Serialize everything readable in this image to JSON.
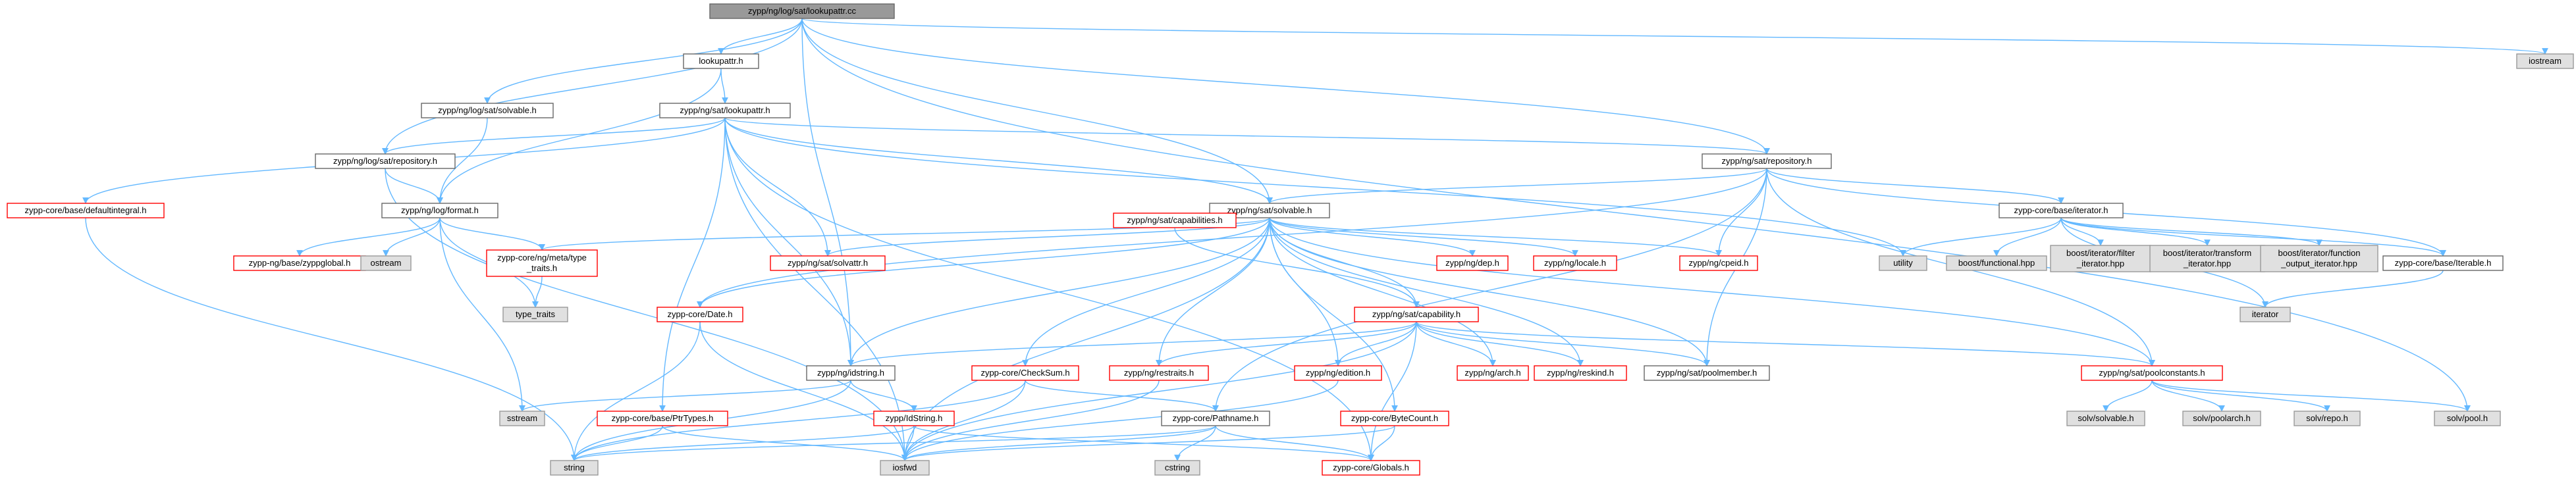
{
  "colors": {
    "edge": "#63b8ff",
    "node_fill": "#ffffff",
    "node_border_normal": "#666666",
    "node_border_incomplete": "#ff0000",
    "node_fill_external": "#e0e0e0",
    "node_border_external": "#999999",
    "node_fill_root": "#999999",
    "node_border_root": "#666666",
    "text": "#000000"
  },
  "nodes": [
    {
      "id": "root",
      "label": "zypp/ng/log/sat/lookupattr.cc",
      "kind": "root"
    },
    {
      "id": "lookupattr",
      "label": "lookupattr.h",
      "kind": "normal"
    },
    {
      "id": "iostream",
      "label": "iostream",
      "kind": "external"
    },
    {
      "id": "logsolvable",
      "label": "zypp/ng/log/sat/solvable.h",
      "kind": "normal"
    },
    {
      "id": "satlookupattr",
      "label": "zypp/ng/sat/lookupattr.h",
      "kind": "normal"
    },
    {
      "id": "logrepository",
      "label": "zypp/ng/log/sat/repository.h",
      "kind": "normal"
    },
    {
      "id": "satrepository",
      "label": "zypp/ng/sat/repository.h",
      "kind": "normal"
    },
    {
      "id": "defaultintegral",
      "label": "zypp-core/base/defaultintegral.h",
      "kind": "incomplete"
    },
    {
      "id": "logformat",
      "label": "zypp/ng/log/format.h",
      "kind": "normal"
    },
    {
      "id": "satsolvable",
      "label": "zypp/ng/sat/solvable.h",
      "kind": "normal"
    },
    {
      "id": "iteratorh",
      "label": "zypp-core/base/iterator.h",
      "kind": "normal"
    },
    {
      "id": "zyppglobal",
      "label": "zypp-ng/base/zyppglobal.h",
      "kind": "incomplete"
    },
    {
      "id": "ostream",
      "label": "ostream",
      "kind": "external"
    },
    {
      "id": "metatype",
      "label": "zypp-core/ng/meta/type\n_traits.h",
      "kind": "incomplete"
    },
    {
      "id": "solvattr",
      "label": "zypp/ng/sat/solvattr.h",
      "kind": "incomplete"
    },
    {
      "id": "capabilities",
      "label": "zypp/ng/sat/capabilities.h",
      "kind": "incomplete"
    },
    {
      "id": "dep",
      "label": "zypp/ng/dep.h",
      "kind": "incomplete"
    },
    {
      "id": "locale",
      "label": "zypp/ng/locale.h",
      "kind": "incomplete"
    },
    {
      "id": "cpeid",
      "label": "zypp/ng/cpeid.h",
      "kind": "incomplete"
    },
    {
      "id": "utility",
      "label": "utility",
      "kind": "external"
    },
    {
      "id": "functional",
      "label": "boost/functional.hpp",
      "kind": "external"
    },
    {
      "id": "filteriter",
      "label": "boost/iterator/filter\n_iterator.hpp",
      "kind": "external"
    },
    {
      "id": "transformiter",
      "label": "boost/iterator/transform\n_iterator.hpp",
      "kind": "external"
    },
    {
      "id": "functioniter",
      "label": "boost/iterator/function\n_output_iterator.hpp",
      "kind": "external"
    },
    {
      "id": "iterable",
      "label": "zypp-core/base/Iterable.h",
      "kind": "normal"
    },
    {
      "id": "typetraits",
      "label": "type_traits",
      "kind": "external"
    },
    {
      "id": "date",
      "label": "zypp-core/Date.h",
      "kind": "incomplete"
    },
    {
      "id": "capability",
      "label": "zypp/ng/sat/capability.h",
      "kind": "incomplete"
    },
    {
      "id": "iteratorstd",
      "label": "iterator",
      "kind": "external"
    },
    {
      "id": "idstring",
      "label": "zypp/ng/idstring.h",
      "kind": "normal"
    },
    {
      "id": "checksum",
      "label": "zypp-core/CheckSum.h",
      "kind": "incomplete"
    },
    {
      "id": "restraits",
      "label": "zypp/ng/restraits.h",
      "kind": "incomplete"
    },
    {
      "id": "edition",
      "label": "zypp/ng/edition.h",
      "kind": "incomplete"
    },
    {
      "id": "arch",
      "label": "zypp/ng/arch.h",
      "kind": "incomplete"
    },
    {
      "id": "reskind",
      "label": "zypp/ng/reskind.h",
      "kind": "incomplete"
    },
    {
      "id": "poolmember",
      "label": "zypp/ng/sat/poolmember.h",
      "kind": "normal"
    },
    {
      "id": "poolconstants",
      "label": "zypp/ng/sat/poolconstants.h",
      "kind": "incomplete"
    },
    {
      "id": "sstream",
      "label": "sstream",
      "kind": "external"
    },
    {
      "id": "ptrtypes",
      "label": "zypp-core/base/PtrTypes.h",
      "kind": "incomplete"
    },
    {
      "id": "idstringcore",
      "label": "zypp/IdString.h",
      "kind": "incomplete"
    },
    {
      "id": "pathname",
      "label": "zypp-core/Pathname.h",
      "kind": "normal"
    },
    {
      "id": "bytecount",
      "label": "zypp-core/ByteCount.h",
      "kind": "incomplete"
    },
    {
      "id": "solvsolvable",
      "label": "solv/solvable.h",
      "kind": "external"
    },
    {
      "id": "solvpoolarch",
      "label": "solv/poolarch.h",
      "kind": "external"
    },
    {
      "id": "solvrepo",
      "label": "solv/repo.h",
      "kind": "external"
    },
    {
      "id": "solvpool",
      "label": "solv/pool.h",
      "kind": "external"
    },
    {
      "id": "string",
      "label": "string",
      "kind": "external"
    },
    {
      "id": "iosfwd",
      "label": "iosfwd",
      "kind": "external"
    },
    {
      "id": "cstring",
      "label": "cstring",
      "kind": "external"
    },
    {
      "id": "globals",
      "label": "zypp-core/Globals.h",
      "kind": "incomplete"
    }
  ],
  "edges": [
    [
      "root",
      "lookupattr"
    ],
    [
      "root",
      "iostream"
    ],
    [
      "root",
      "logsolvable"
    ],
    [
      "root",
      "logrepository"
    ],
    [
      "root",
      "satsolvable"
    ],
    [
      "root",
      "satrepository"
    ],
    [
      "root",
      "idstring"
    ],
    [
      "root",
      "solvpool"
    ],
    [
      "lookupattr",
      "satlookupattr"
    ],
    [
      "lookupattr",
      "logformat"
    ],
    [
      "logsolvable",
      "logformat"
    ],
    [
      "satlookupattr",
      "defaultintegral"
    ],
    [
      "satlookupattr",
      "satsolvable"
    ],
    [
      "satlookupattr",
      "satrepository"
    ],
    [
      "satlookupattr",
      "utility"
    ],
    [
      "satlookupattr",
      "solvattr"
    ],
    [
      "satlookupattr",
      "idstring"
    ],
    [
      "satlookupattr",
      "ptrtypes"
    ],
    [
      "satlookupattr",
      "iosfwd"
    ],
    [
      "satlookupattr",
      "globals"
    ],
    [
      "satlookupattr",
      "logrepository"
    ],
    [
      "logrepository",
      "logformat"
    ],
    [
      "logrepository",
      "iosfwd"
    ],
    [
      "satrepository",
      "satsolvable"
    ],
    [
      "satrepository",
      "iteratorh"
    ],
    [
      "satrepository",
      "iterable"
    ],
    [
      "satrepository",
      "cpeid"
    ],
    [
      "satrepository",
      "date"
    ],
    [
      "satrepository",
      "poolmember"
    ],
    [
      "satrepository",
      "poolconstants"
    ],
    [
      "satrepository",
      "pathname"
    ],
    [
      "defaultintegral",
      "string"
    ],
    [
      "logformat",
      "zyppglobal"
    ],
    [
      "logformat",
      "ostream"
    ],
    [
      "logformat",
      "metatype"
    ],
    [
      "logformat",
      "typetraits"
    ],
    [
      "logformat",
      "sstream"
    ],
    [
      "satsolvable",
      "metatype"
    ],
    [
      "satsolvable",
      "solvattr"
    ],
    [
      "satsolvable",
      "capabilities"
    ],
    [
      "satsolvable",
      "dep"
    ],
    [
      "satsolvable",
      "locale"
    ],
    [
      "satsolvable",
      "cpeid"
    ],
    [
      "satsolvable",
      "date"
    ],
    [
      "satsolvable",
      "capability"
    ],
    [
      "satsolvable",
      "idstring"
    ],
    [
      "satsolvable",
      "checksum"
    ],
    [
      "satsolvable",
      "restraits"
    ],
    [
      "satsolvable",
      "edition"
    ],
    [
      "satsolvable",
      "arch"
    ],
    [
      "satsolvable",
      "reskind"
    ],
    [
      "satsolvable",
      "poolmember"
    ],
    [
      "satsolvable",
      "poolconstants"
    ],
    [
      "satsolvable",
      "bytecount"
    ],
    [
      "satsolvable",
      "iosfwd"
    ],
    [
      "iteratorh",
      "utility"
    ],
    [
      "iteratorh",
      "functional"
    ],
    [
      "iteratorh",
      "filteriter"
    ],
    [
      "iteratorh",
      "transformiter"
    ],
    [
      "iteratorh",
      "functioniter"
    ],
    [
      "iteratorh",
      "iterable"
    ],
    [
      "iteratorh",
      "iteratorstd"
    ],
    [
      "iterable",
      "iteratorstd"
    ],
    [
      "metatype",
      "typetraits"
    ],
    [
      "capabilities",
      "capability"
    ],
    [
      "date",
      "iosfwd"
    ],
    [
      "date",
      "string"
    ],
    [
      "capability",
      "idstring"
    ],
    [
      "capability",
      "restraits"
    ],
    [
      "capability",
      "edition"
    ],
    [
      "capability",
      "arch"
    ],
    [
      "capability",
      "reskind"
    ],
    [
      "capability",
      "poolmember"
    ],
    [
      "capability",
      "poolconstants"
    ],
    [
      "capability",
      "iosfwd"
    ],
    [
      "capability",
      "globals"
    ],
    [
      "idstring",
      "sstream"
    ],
    [
      "idstring",
      "string"
    ],
    [
      "idstring",
      "idstringcore"
    ],
    [
      "checksum",
      "string"
    ],
    [
      "checksum",
      "iosfwd"
    ],
    [
      "checksum",
      "pathname"
    ],
    [
      "poolconstants",
      "solvsolvable"
    ],
    [
      "poolconstants",
      "solvpoolarch"
    ],
    [
      "poolconstants",
      "solvrepo"
    ],
    [
      "poolconstants",
      "solvpool"
    ],
    [
      "ptrtypes",
      "string"
    ],
    [
      "ptrtypes",
      "iosfwd"
    ],
    [
      "idstringcore",
      "string"
    ],
    [
      "idstringcore",
      "iosfwd"
    ],
    [
      "idstringcore",
      "globals"
    ],
    [
      "pathname",
      "iosfwd"
    ],
    [
      "pathname",
      "cstring"
    ],
    [
      "pathname",
      "string"
    ],
    [
      "pathname",
      "globals"
    ],
    [
      "bytecount",
      "iosfwd"
    ],
    [
      "bytecount",
      "globals"
    ],
    [
      "restraits",
      "iosfwd"
    ],
    [
      "edition",
      "iosfwd"
    ]
  ]
}
